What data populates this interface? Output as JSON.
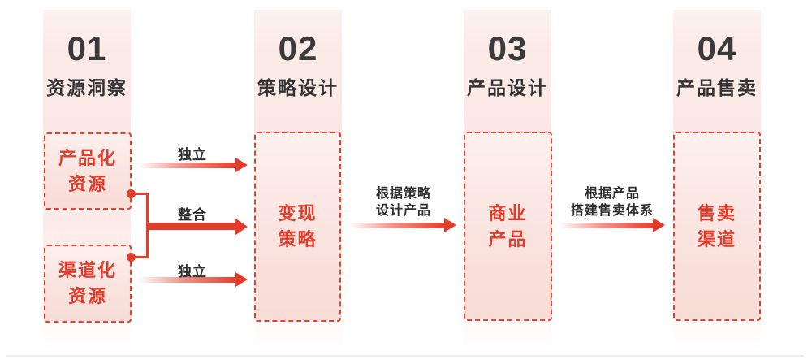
{
  "colors": {
    "accent_red": "#e23d2c",
    "box_border_red": "#e8402e",
    "dark_text": "#333333",
    "band_pink_top": "#fdf2f0",
    "band_pink_mid": "#fbe8e5",
    "box_fill_top": "#fdf0ee",
    "box_fill_bottom": "#f8dcd6",
    "divider_gray": "#ededed"
  },
  "steps": [
    {
      "number": "01",
      "title": "资源洞察"
    },
    {
      "number": "02",
      "title": "策略设计"
    },
    {
      "number": "03",
      "title": "产品设计"
    },
    {
      "number": "04",
      "title": "产品售卖"
    }
  ],
  "nodes": [
    {
      "id": "productized-resources",
      "lines": [
        "产品化",
        "资源"
      ]
    },
    {
      "id": "channelized-resources",
      "lines": [
        "渠道化",
        "资源"
      ]
    },
    {
      "id": "monetization-strategy",
      "lines": [
        "变现",
        "策略"
      ]
    },
    {
      "id": "commercial-product",
      "lines": [
        "商业",
        "产品"
      ]
    },
    {
      "id": "sales-channel",
      "lines": [
        "售卖",
        "渠道"
      ]
    }
  ],
  "connectors": {
    "independent_top": "独立",
    "integrate": "整合",
    "independent_bottom": "独立",
    "strategy_to_product": {
      "line1": "根据策略",
      "line2": "设计产品"
    },
    "product_to_channel": {
      "line1": "根据产品",
      "line2": "搭建售卖体系"
    }
  }
}
